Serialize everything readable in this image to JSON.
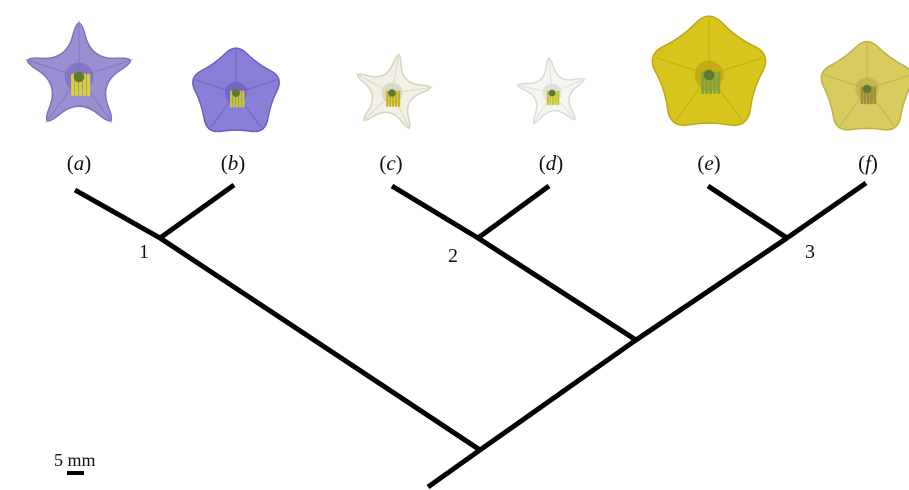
{
  "figure": {
    "tips": [
      {
        "id": "a",
        "letter": "a",
        "flower_color": "violet",
        "petal": "#9b8fd1",
        "petal_dark": "#7e72bf",
        "center": "#d8d23a",
        "form": "star"
      },
      {
        "id": "b",
        "letter": "b",
        "flower_color": "violet",
        "petal": "#8a7fd6",
        "petal_dark": "#6c60c0",
        "center": "#c9c636",
        "form": "rotate"
      },
      {
        "id": "c",
        "letter": "c",
        "flower_color": "white",
        "petal": "#f3f1e6",
        "petal_dark": "#d6d3c0",
        "center": "#c8b21e",
        "form": "star"
      },
      {
        "id": "d",
        "letter": "d",
        "flower_color": "white",
        "petal": "#f4f6f1",
        "petal_dark": "#d9ddd3",
        "center": "#c7c62a",
        "form": "star"
      },
      {
        "id": "e",
        "letter": "e",
        "flower_color": "yellow",
        "petal": "#d7c41c",
        "petal_dark": "#bda814",
        "center": "#86a23a",
        "form": "rotate"
      },
      {
        "id": "f",
        "letter": "f",
        "flower_color": "pale yellow",
        "petal": "#d8cc5e",
        "petal_dark": "#bfb146",
        "center": "#9a8f3b",
        "form": "rotate"
      }
    ],
    "nodes": [
      {
        "id": "1",
        "label": "1"
      },
      {
        "id": "2",
        "label": "2"
      },
      {
        "id": "3",
        "label": "3"
      }
    ],
    "scale_bar": {
      "label": "5 mm"
    },
    "branch_color": "#000000"
  }
}
